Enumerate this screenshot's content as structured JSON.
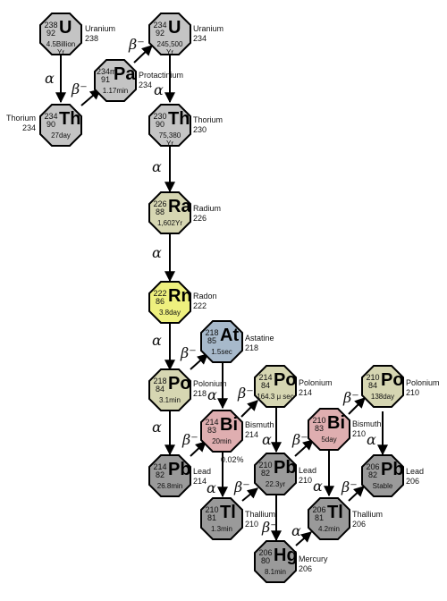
{
  "colors": {
    "gray": "#c4c4c4",
    "gray_dark": "#9a9a9a",
    "khaki": "#d6d6b2",
    "yellow": "#eef07e",
    "blue": "#a7b9cb",
    "pink": "#dfaeb0",
    "edge": "#000000"
  },
  "nodes": {
    "u238": {
      "mass": "238",
      "z": "92",
      "sym": "U",
      "hl": "4.5Billion\nYr",
      "color": "gray",
      "name": "Uranium",
      "num": "238"
    },
    "u234": {
      "mass": "234",
      "z": "92",
      "sym": "U",
      "hl": "245,500\nYr",
      "color": "gray",
      "name": "Uranium",
      "num": "234"
    },
    "pa234": {
      "mass": "234m",
      "z": "91",
      "sym": "Pa",
      "hl": "1.17min",
      "color": "gray",
      "name": "Protactinium",
      "num": "234"
    },
    "th234": {
      "mass": "234",
      "z": "90",
      "sym": "Th",
      "hl": "27day",
      "color": "gray",
      "name": "Thorium",
      "num": "234"
    },
    "th230": {
      "mass": "230",
      "z": "90",
      "sym": "Th",
      "hl": "75,380\nYr",
      "color": "gray",
      "name": "Thorium",
      "num": "230"
    },
    "ra226": {
      "mass": "226",
      "z": "88",
      "sym": "Ra",
      "hl": "1,602Yr",
      "color": "khaki",
      "name": "Radium",
      "num": "226"
    },
    "rn222": {
      "mass": "222",
      "z": "86",
      "sym": "Rn",
      "hl": "3.8day",
      "color": "yellow",
      "name": "Radon",
      "num": "222"
    },
    "at218": {
      "mass": "218",
      "z": "85",
      "sym": "At",
      "hl": "1.5sec",
      "color": "blue",
      "name": "Astatine",
      "num": "218"
    },
    "po218": {
      "mass": "218",
      "z": "84",
      "sym": "Po",
      "hl": "3.1min",
      "color": "khaki",
      "name": "Polonium",
      "num": "218"
    },
    "po214": {
      "mass": "214",
      "z": "84",
      "sym": "Po",
      "hl": "164.3 μ sec",
      "color": "khaki",
      "name": "Polonium",
      "num": "214"
    },
    "po210": {
      "mass": "210",
      "z": "84",
      "sym": "Po",
      "hl": "138day",
      "color": "khaki",
      "name": "Polonium",
      "num": "210"
    },
    "bi214": {
      "mass": "214",
      "z": "83",
      "sym": "Bi",
      "hl": "20min",
      "color": "pink",
      "name": "Bismuth",
      "num": "214"
    },
    "bi210": {
      "mass": "210",
      "z": "83",
      "sym": "Bi",
      "hl": "5day",
      "color": "pink",
      "name": "Bismuth",
      "num": "210"
    },
    "pb214": {
      "mass": "214",
      "z": "82",
      "sym": "Pb",
      "hl": "26.8min",
      "color": "gray_dark",
      "name": "Lead",
      "num": "214"
    },
    "pb210": {
      "mass": "210",
      "z": "82",
      "sym": "Pb",
      "hl": "22.3yr",
      "color": "gray_dark",
      "name": "Lead",
      "num": "210"
    },
    "pb206": {
      "mass": "206",
      "z": "82",
      "sym": "Pb",
      "hl": "Stable",
      "color": "gray_dark",
      "name": "Lead",
      "num": "206"
    },
    "tl210": {
      "mass": "210",
      "z": "81",
      "sym": "Tl",
      "hl": "1.3min",
      "color": "gray_dark",
      "name": "Thallium",
      "num": "210"
    },
    "tl206": {
      "mass": "206",
      "z": "81",
      "sym": "Tl",
      "hl": "4.2min",
      "color": "gray_dark",
      "name": "Thallium",
      "num": "206"
    },
    "hg206": {
      "mass": "206",
      "z": "80",
      "sym": "Hg",
      "hl": "8.1min",
      "color": "gray_dark",
      "name": "Mercury",
      "num": "206"
    }
  },
  "decay": {
    "alpha": "α",
    "beta": "β⁻"
  },
  "branch_note": "0.02%"
}
